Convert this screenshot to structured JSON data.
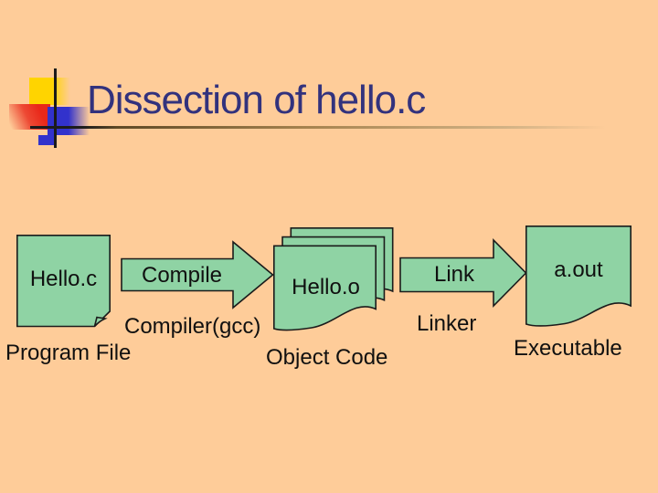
{
  "slide": {
    "title": "Dissection of hello.c",
    "colors": {
      "background": "#FECC99",
      "title_text": "#32327D",
      "shape_fill": "#8FD3A4",
      "shape_stroke": "#1B1B1B",
      "label_text": "#101010",
      "accent_yellow": "#FFD400",
      "accent_red": "#E9281A",
      "accent_blue": "#3232CC"
    }
  },
  "diagram": {
    "source": {
      "label": "Hello.c",
      "caption": "Program File"
    },
    "compile": {
      "label": "Compile",
      "caption": "Compiler(gcc)"
    },
    "object": {
      "label": "Hello.o",
      "caption": "Object Code"
    },
    "link": {
      "label": "Link",
      "caption": "Linker"
    },
    "output": {
      "label": "a.out",
      "caption": "Executable"
    }
  }
}
